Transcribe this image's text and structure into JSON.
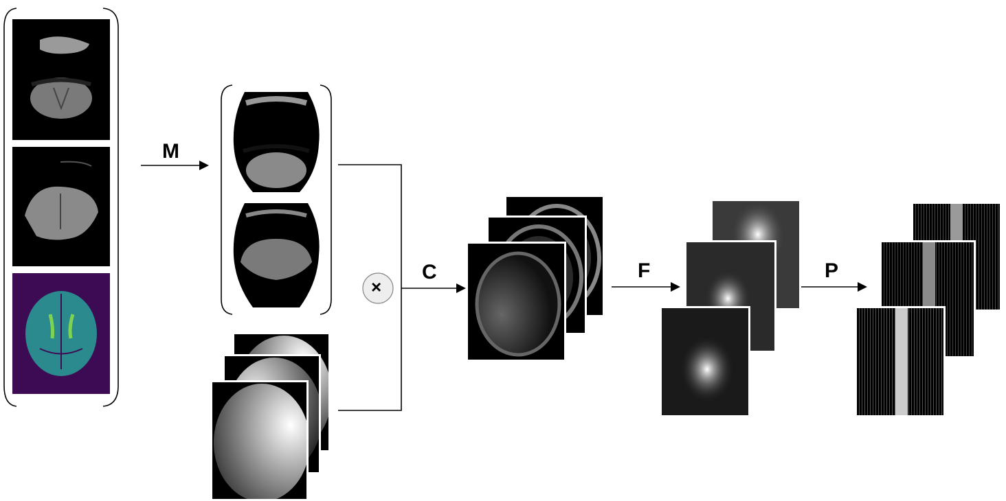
{
  "labels": {
    "m": "M",
    "c": "C",
    "f": "F",
    "p": "P",
    "multiply": "×"
  },
  "colors": {
    "segmentation_background": "#3d0b53",
    "segmentation_tissue": "#2a8a8e",
    "segmentation_highlight": "#7ed352",
    "arrow": "#000000",
    "multiply_circle_fill": "#eeeeee"
  }
}
